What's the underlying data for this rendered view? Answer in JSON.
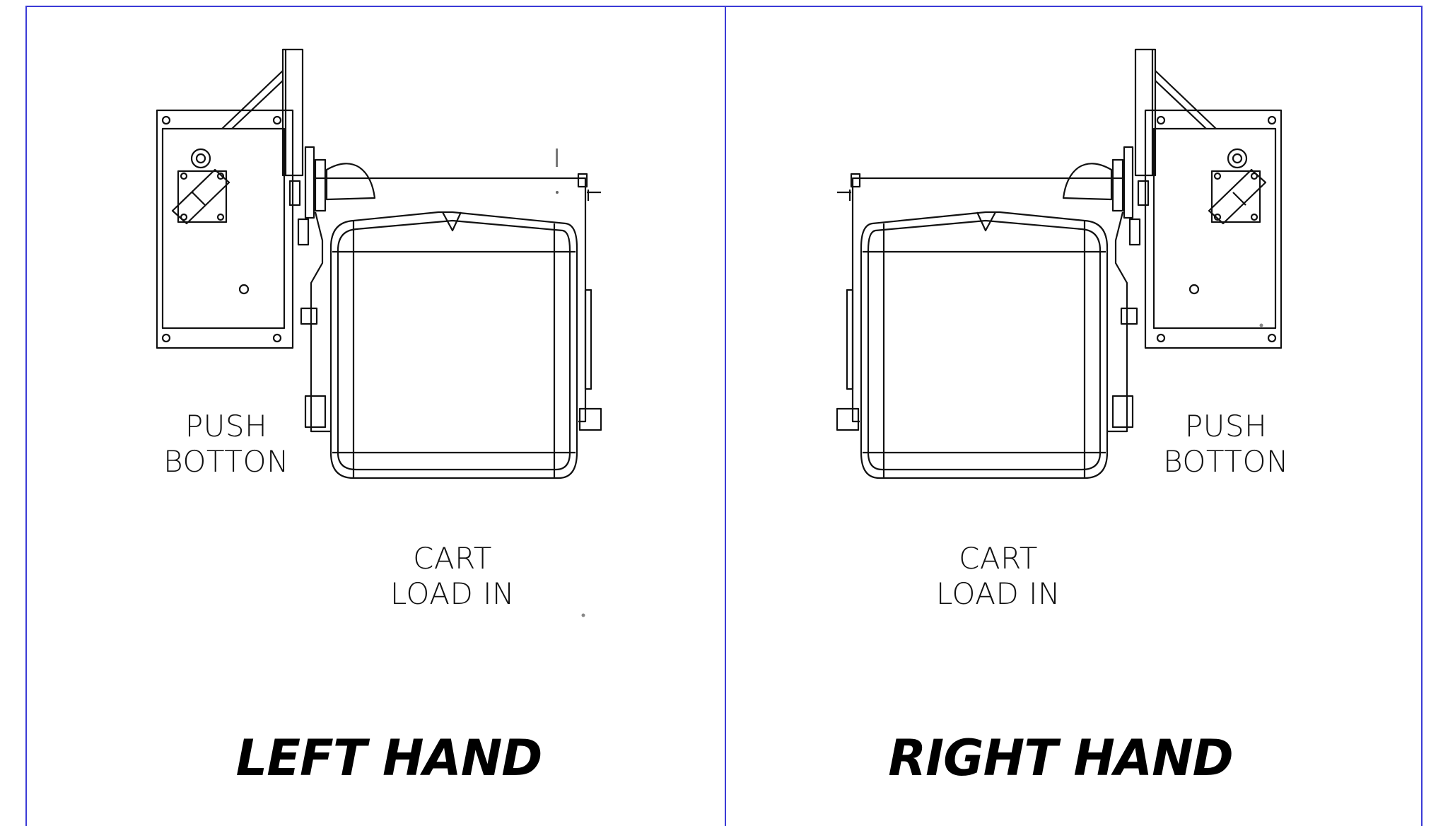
{
  "left_view": {
    "title": "LEFT HAND",
    "push_label": [
      "PUSH",
      "BOTTON"
    ],
    "cart_label": [
      "CART",
      "LOAD IN"
    ]
  },
  "right_view": {
    "title": "RIGHT HAND",
    "push_label": [
      "PUSH",
      "BOTTON"
    ],
    "cart_label": [
      "CART",
      "LOAD IN"
    ]
  },
  "colors": {
    "frame": "#3b3bd6",
    "line": "#111111"
  },
  "icons": [
    "push-button-icon",
    "switch-icon",
    "mounting-hole-icon"
  ]
}
